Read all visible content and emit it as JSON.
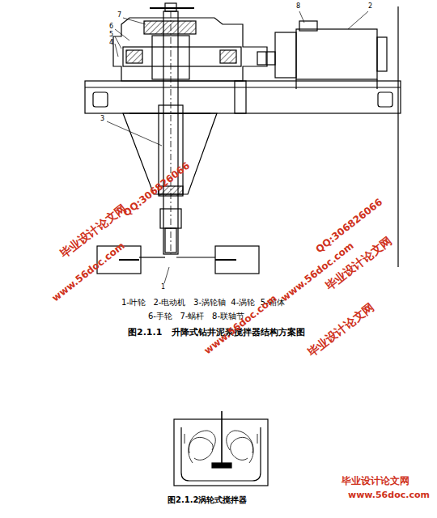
{
  "diagram": {
    "labels": [
      "7",
      "6",
      "5",
      "4",
      "3",
      "8",
      "2",
      "1",
      "1-叶轮   2-电动机   3-涡轮轴  4-涡轮  5-箱体",
      "6-手轮   7-蜗杆   8-联轴节",
      "图2.1.1   升降式钻井泥浆搅拌器结构方案图",
      "图2.1.2涡轮式搅拌器",
      "毕业设计论文网",
      "QQ:306826066",
      "www.56doc.com",
      "QQ:306826066",
      "毕业设计论文网",
      "www.56doc.com",
      "www.56doc.com",
      "毕业设计论文网",
      "毕业设计论文网",
      "www.56doc.com"
    ]
  }
}
